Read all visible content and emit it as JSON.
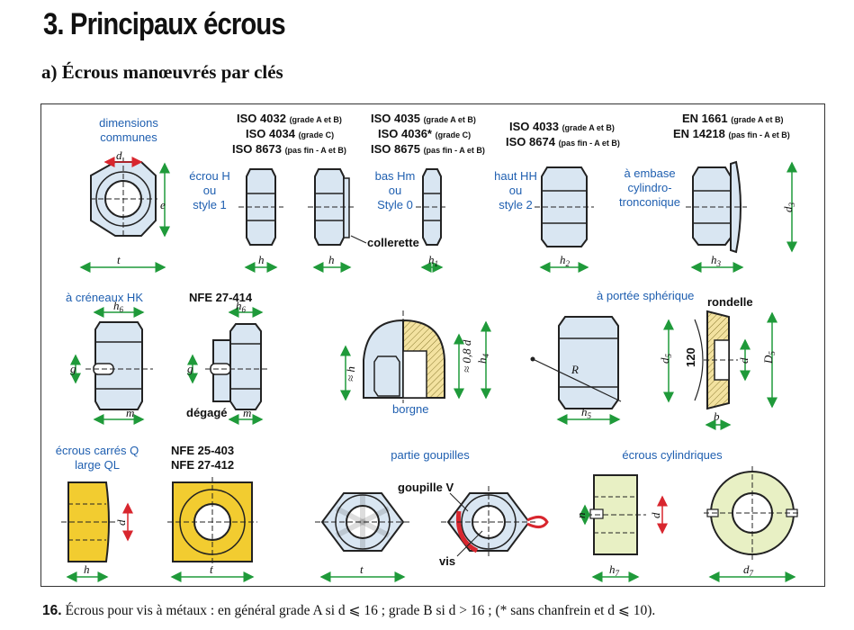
{
  "heading": {
    "title": "3. Principaux écrous",
    "subtitle": "a) Écrous manœuvrés par clés"
  },
  "row1": {
    "common": {
      "label1": "dimensions",
      "label2": "communes",
      "d": "d",
      "e": "e",
      "t": "t"
    },
    "iso4032": {
      "l1": "ISO 4032",
      "l1s": "(grade A et B)",
      "l2": "ISO 4034",
      "l2s": "(grade C)",
      "l3": "ISO 8673",
      "l3s": "(pas fin - A et B)"
    },
    "ecrouH": {
      "l1": "écrou H",
      "l2": "ou",
      "l3": "style 1",
      "h": "h"
    },
    "collerette": {
      "label": "collerette",
      "h": "h"
    },
    "iso4035": {
      "l1": "ISO 4035",
      "l1s": "(grade A et B)",
      "l2": "ISO 4036*",
      "l2s": "(grade C)",
      "l3": "ISO 8675",
      "l3s": "(pas fin - A et B)"
    },
    "basHm": {
      "l1": "bas Hm",
      "l2": "ou",
      "l3": "Style 0",
      "h": "h",
      "sub": "1"
    },
    "iso4033": {
      "l1": "ISO 4033",
      "l1s": "(grade A et B)",
      "l2": "ISO 8674",
      "l2s": "(pas fin - A et B)"
    },
    "hautHH": {
      "l1": "haut HH",
      "l2": "ou",
      "l3": "style 2",
      "h": "h",
      "sub": "2"
    },
    "en1661": {
      "l1": "EN 1661",
      "l1s": "(grade A et B)",
      "l2": "EN 14218",
      "l2s": "(pas fin - A et B)"
    },
    "embase": {
      "l1": "à embase",
      "l2": "cylindro-",
      "l3": "tronconique",
      "h": "h",
      "sub": "3",
      "d": "d",
      "dsub": "3"
    }
  },
  "row2": {
    "creneaux": {
      "label": "à créneaux HK",
      "h": "h",
      "sub": "6",
      "g": "g",
      "m": "m"
    },
    "nfe27414": {
      "label": "NFE 27-414",
      "h": "h",
      "sub": "6",
      "g": "g",
      "m": "m",
      "degage": "dégagé"
    },
    "borgne": {
      "label": "borgne",
      "h": "≈ h",
      "h4": "h",
      "sub": "4",
      "val": "≈ 0,8 d"
    },
    "spherique": {
      "label": "à portée sphérique",
      "rondelle": "rondelle",
      "R": "R",
      "h": "h",
      "sub": "5",
      "d5": "d",
      "d5sub": "5",
      "angle": "120",
      "d": "d",
      "D": "D",
      "Dsub": "5",
      "b": "b"
    }
  },
  "row3": {
    "carres": {
      "l1": "écrous carrés Q",
      "l2": "large QL",
      "h": "h",
      "d": "d"
    },
    "nfe25403": {
      "l1": "NFE 25-403",
      "l2": "NFE 27-412",
      "t": "t"
    },
    "goupilles": {
      "label": "partie goupilles",
      "goupille": "goupille V",
      "vis": "vis",
      "t": "t"
    },
    "cylindriques": {
      "label": "écrous cylindriques",
      "h": "h",
      "sub": "7",
      "n": "n",
      "d": "d",
      "d7": "d",
      "d7sub": "7"
    }
  },
  "caption": {
    "num": "16.",
    "text": "Écrous pour vis à métaux : en général grade A si d ⩽ 16 ; grade B si d > 16 ; (* sans chanfrein et d ⩽ 10)."
  },
  "colors": {
    "nut": "#d9e6f2",
    "green": "#1f9a3a",
    "red": "#d8262e",
    "blue": "#1f5fb0",
    "yellow": "#f2cc30",
    "hatch": "#f3e2a0"
  }
}
